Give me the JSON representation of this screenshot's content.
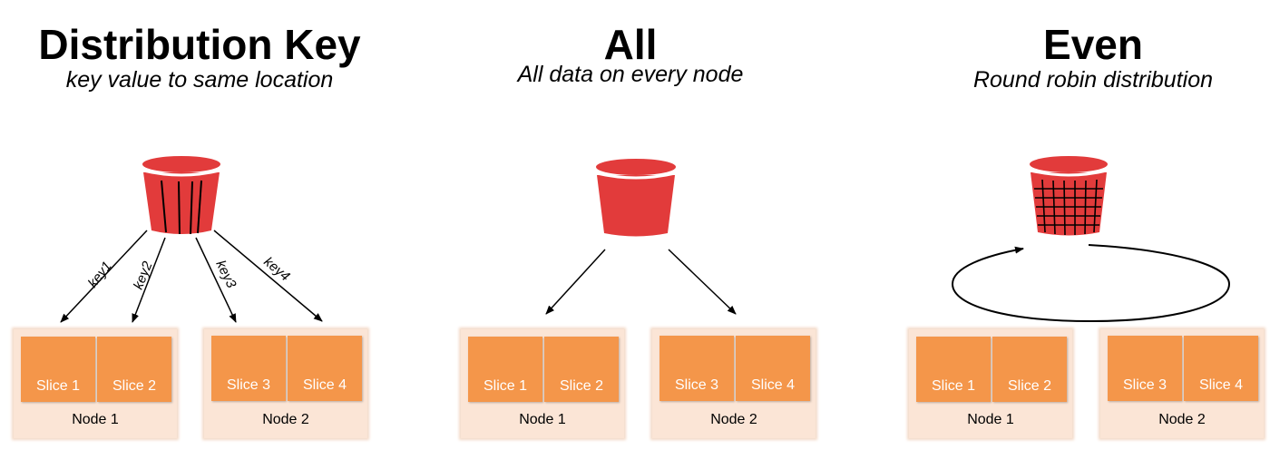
{
  "panels": [
    {
      "title": "Distribution Key",
      "subtitle": "key value to same location",
      "keys": [
        "key1",
        "key2",
        "key3",
        "key4"
      ],
      "nodes": [
        {
          "label": "Node 1",
          "slices": [
            "Slice 1",
            "Slice 2"
          ]
        },
        {
          "label": "Node 2",
          "slices": [
            "Slice 3",
            "Slice 4"
          ]
        }
      ]
    },
    {
      "title": "All",
      "subtitle": "All data on every node",
      "nodes": [
        {
          "label": "Node 1",
          "slices": [
            "Slice 1",
            "Slice 2"
          ]
        },
        {
          "label": "Node 2",
          "slices": [
            "Slice 3",
            "Slice 4"
          ]
        }
      ]
    },
    {
      "title": "Even",
      "subtitle": "Round robin distribution",
      "nodes": [
        {
          "label": "Node 1",
          "slices": [
            "Slice 1",
            "Slice 2"
          ]
        },
        {
          "label": "Node 2",
          "slices": [
            "Slice 3",
            "Slice 4"
          ]
        }
      ]
    }
  ],
  "colors": {
    "bucket": "#e23b3b",
    "slice": "#f4964a",
    "node_bg": "#fbe5d6",
    "slice_text": "#ffffff"
  }
}
